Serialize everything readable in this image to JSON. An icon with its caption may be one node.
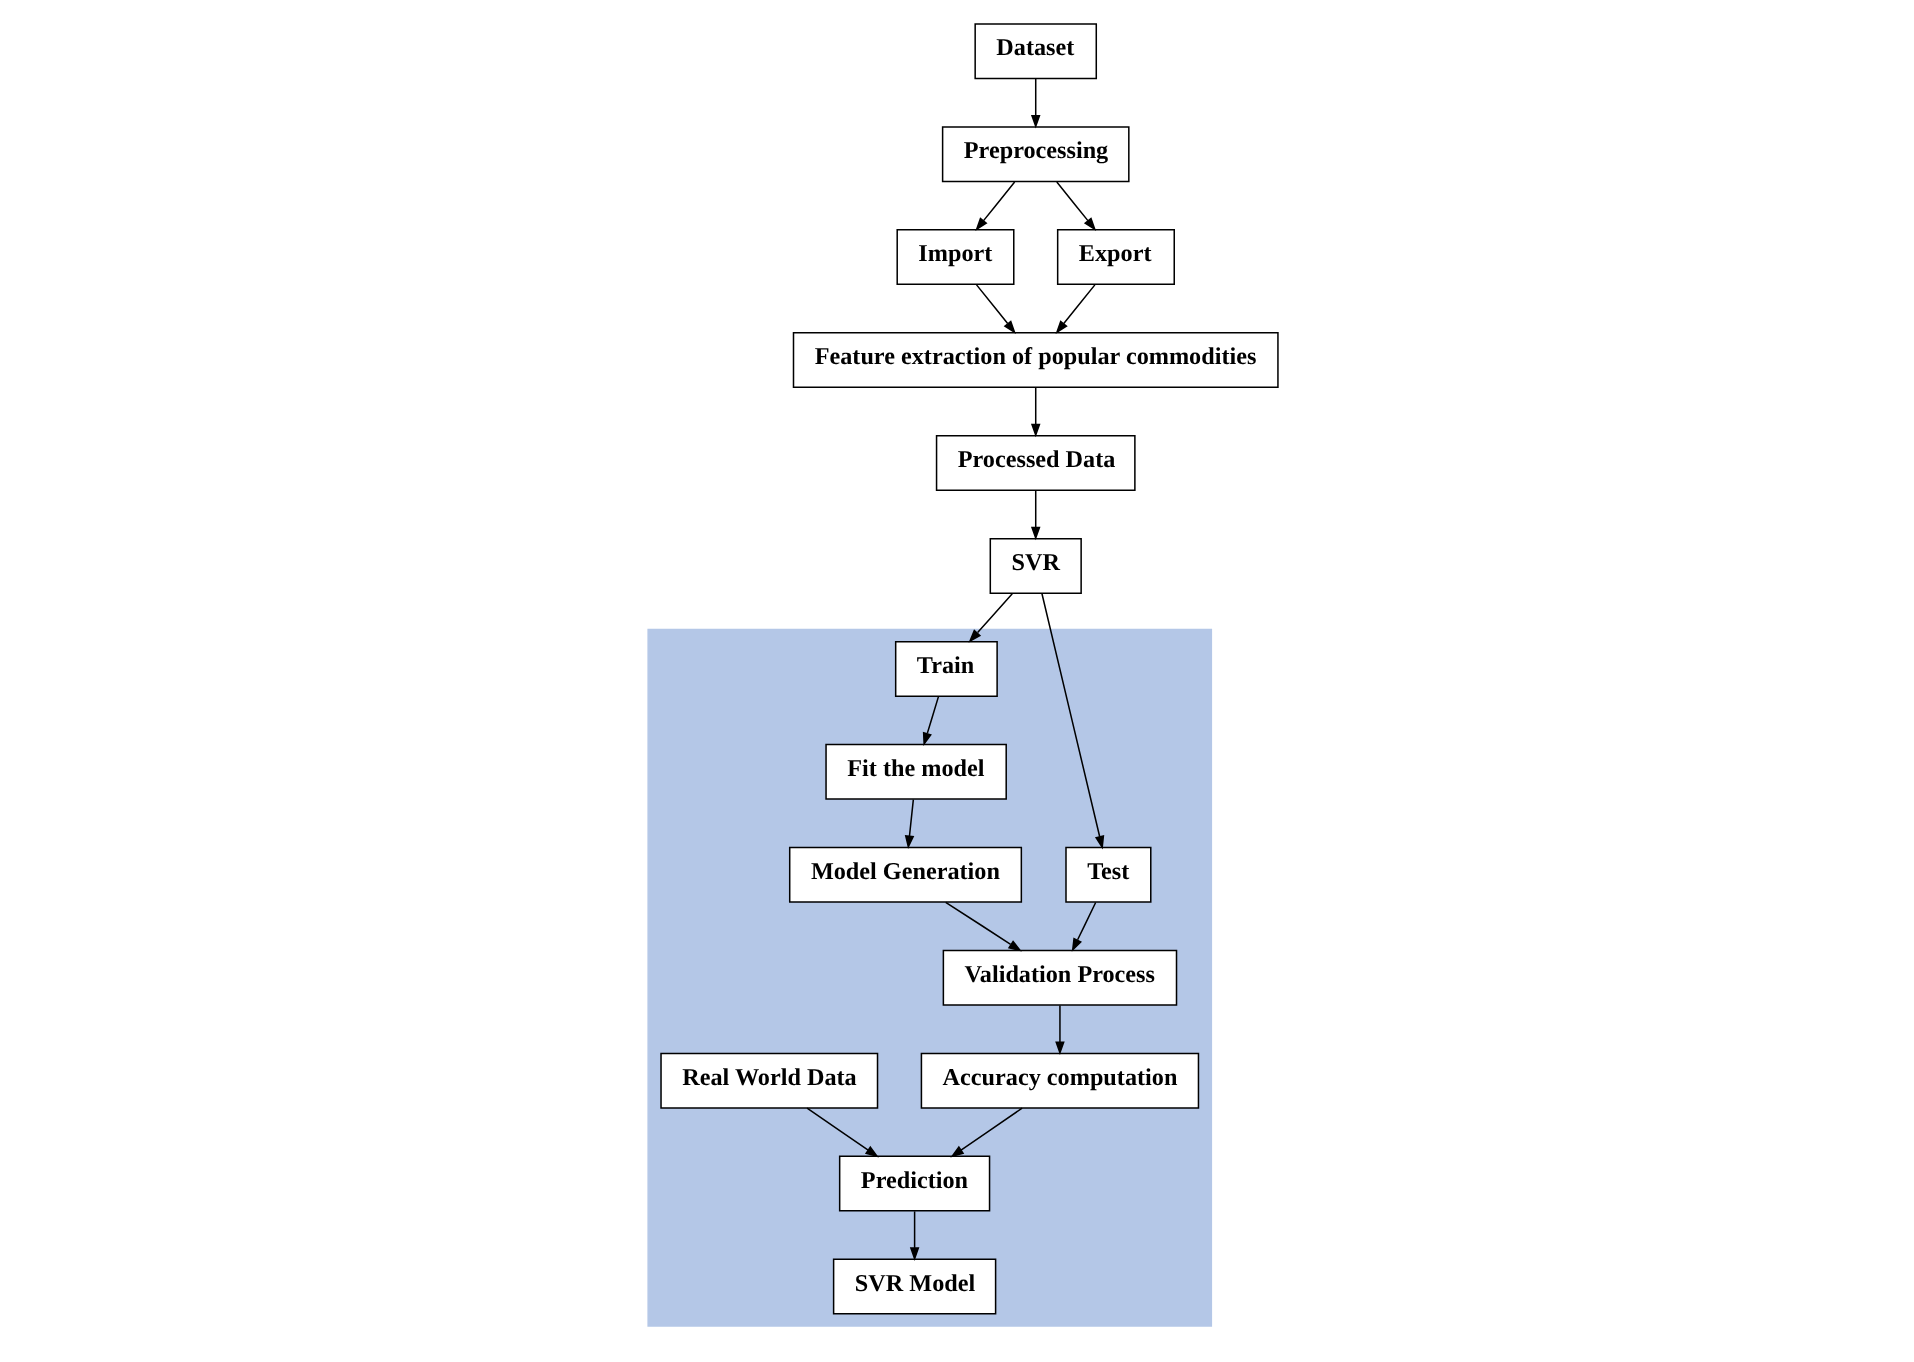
{
  "diagram": {
    "nodes": [
      {
        "text": [
          "Dataset"
        ]
      },
      {
        "text": [
          "Preprocessing"
        ]
      },
      {
        "text": [
          "Import"
        ]
      },
      {
        "text": [
          "Export"
        ]
      },
      {
        "text": [
          "Feature extraction of popular commodities"
        ]
      },
      {
        "text": [
          "Processed Data"
        ]
      },
      {
        "text": [
          "SVR"
        ]
      },
      {
        "text": [],
        "shape": "box"
      },
      {
        "text": [
          "Train"
        ],
        "in": 7
      },
      {
        "text": [
          "Test"
        ],
        "in": 7
      },
      {
        "text": [
          "Fit the model"
        ],
        "in": 7
      },
      {
        "text": [
          "Model Generation"
        ],
        "in": 7
      },
      {
        "text": [
          "Validation Process"
        ],
        "in": 7
      },
      {
        "text": [
          "Accuracy computation"
        ],
        "in": 7
      },
      {
        "text": [
          "Real World Data"
        ],
        "in": 7
      },
      {
        "text": [
          "Prediction"
        ],
        "in": 7
      },
      {
        "text": [
          "SVR Model"
        ],
        "in": 7
      }
    ],
    "edges": [
      {
        "from": 0,
        "to": 1,
        "arrow": "to"
      },
      {
        "from": 1,
        "to": 2,
        "arrow": "to"
      },
      {
        "from": 1,
        "to": 3,
        "arrow": "to"
      },
      {
        "from": 2,
        "to": 4,
        "arrow": "to"
      },
      {
        "from": 3,
        "to": 4,
        "arrow": "to"
      },
      {
        "from": 4,
        "to": 5,
        "arrow": "to"
      },
      {
        "from": 5,
        "to": 6,
        "arrow": "to"
      },
      {
        "from": 6,
        "to": 8,
        "arrow": "to"
      },
      {
        "from": 6,
        "to": 9,
        "arrow": "to"
      },
      {
        "from": 8,
        "to": 10,
        "arrow": "to"
      },
      {
        "from": 10,
        "to": 11,
        "arrow": "to"
      },
      {
        "from": 11,
        "to": 12,
        "arrow": "to"
      },
      {
        "from": 9,
        "to": 12,
        "arrow": "to"
      },
      {
        "from": 12,
        "to": 13,
        "arrow": "to"
      },
      {
        "from": 13,
        "to": 15,
        "arrow": "to"
      },
      {
        "from": 14,
        "to": 15,
        "arrow": "to"
      },
      {
        "from": 15,
        "to": 16,
        "arrow": "to"
      }
    ]
  }
}
